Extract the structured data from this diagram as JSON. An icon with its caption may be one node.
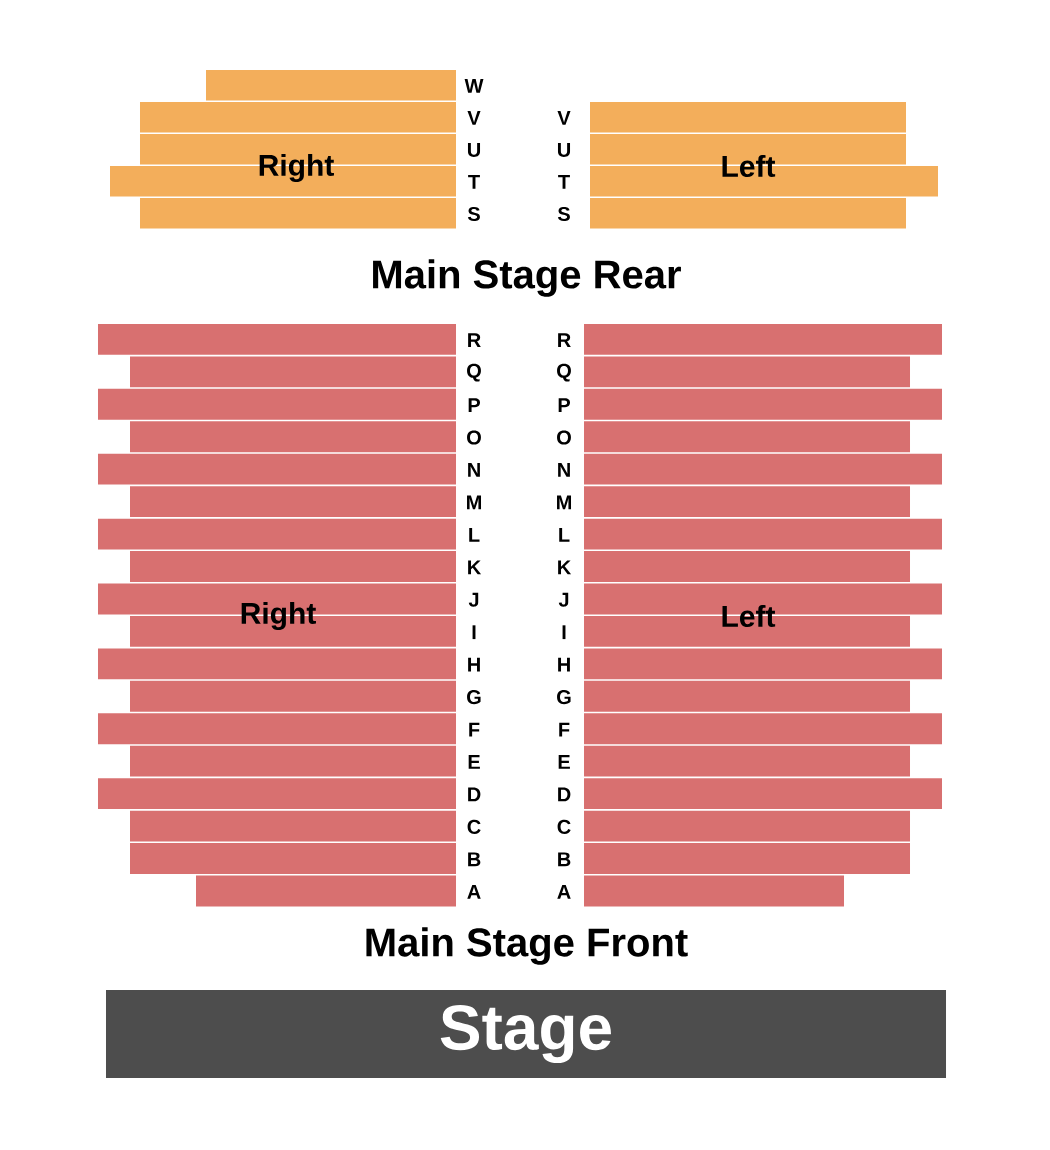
{
  "diagram": {
    "nodes": [
      {
        "text": [
          "Right"
        ]
      },
      {
        "text": [
          "Left"
        ]
      },
      {
        "text": [
          "Right"
        ]
      },
      {
        "text": [
          "Left"
        ]
      },
      {
        "text": [
          "Stage"
        ]
      }
    ],
    "labels": [
      "W",
      "V",
      "V",
      "U",
      "U",
      "T",
      "T",
      "S",
      "S",
      "Main Stage Rear",
      "R",
      "R",
      "Q",
      "Q",
      "P",
      "P",
      "O",
      "O",
      "N",
      "N",
      "M",
      "M",
      "L",
      "L",
      "K",
      "K",
      "J",
      "J",
      "I",
      "I",
      "H",
      "H",
      "G",
      "G",
      "F",
      "F",
      "E",
      "E",
      "D",
      "D",
      "C",
      "C",
      "B",
      "B",
      "A",
      "A",
      "Main Stage Front"
    ]
  }
}
